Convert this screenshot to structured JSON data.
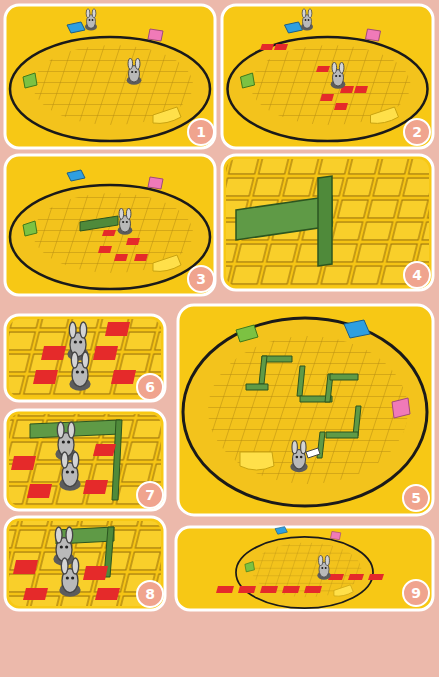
{
  "diagram": {
    "labels": [
      "1",
      "2",
      "3",
      "4",
      "6",
      "5",
      "7",
      "8",
      "9"
    ]
  }
}
